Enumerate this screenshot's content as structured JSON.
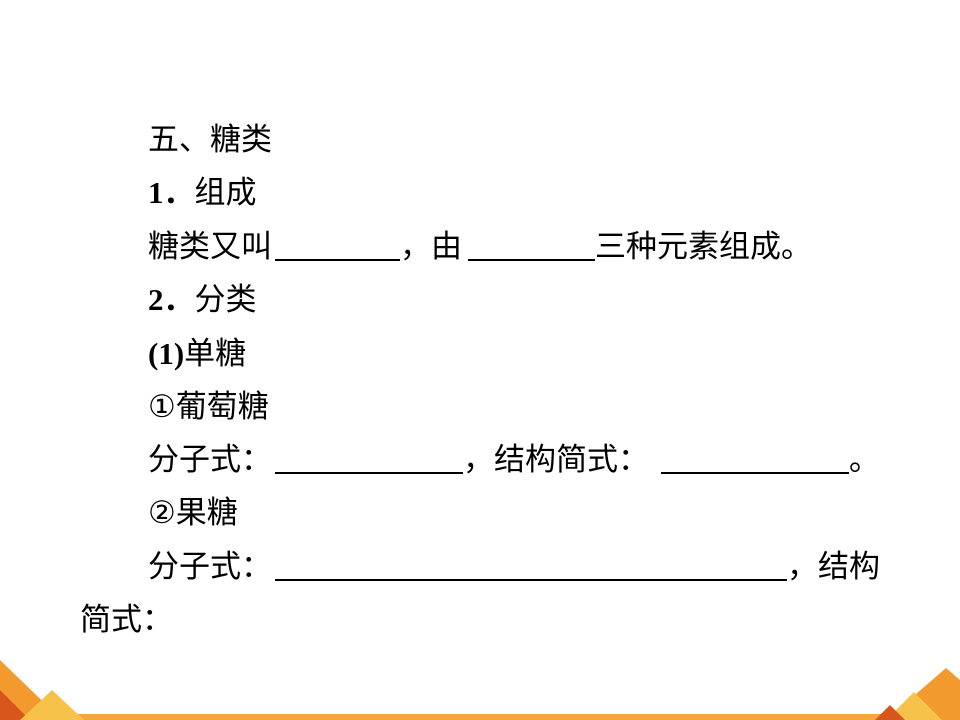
{
  "heading": "五、糖类",
  "composition": {
    "number": "1．",
    "title": "组成",
    "text_before_blank1": "糖类又叫",
    "text_between_blanks": "，由",
    "text_after_blank2": "三种元素组成。"
  },
  "classification": {
    "number": "2．",
    "title": "分类",
    "monosaccharide": {
      "number": "(1)",
      "title": "单糖"
    },
    "glucose": {
      "title": "①葡萄糖",
      "formula_label": "分子式：",
      "structure_label": "，结构简式：",
      "end_mark": "。"
    },
    "fructose": {
      "title": "②果糖",
      "formula_label": "分子式：",
      "structure_label_line1": "，结构",
      "structure_label_line2": "简式："
    }
  },
  "colors": {
    "text": "#000000",
    "decoration_orange": "#F29A2E",
    "decoration_dark": "#D8561C",
    "decoration_yellow": "#F7C24A",
    "bottom_bar": "#F4A83A"
  }
}
